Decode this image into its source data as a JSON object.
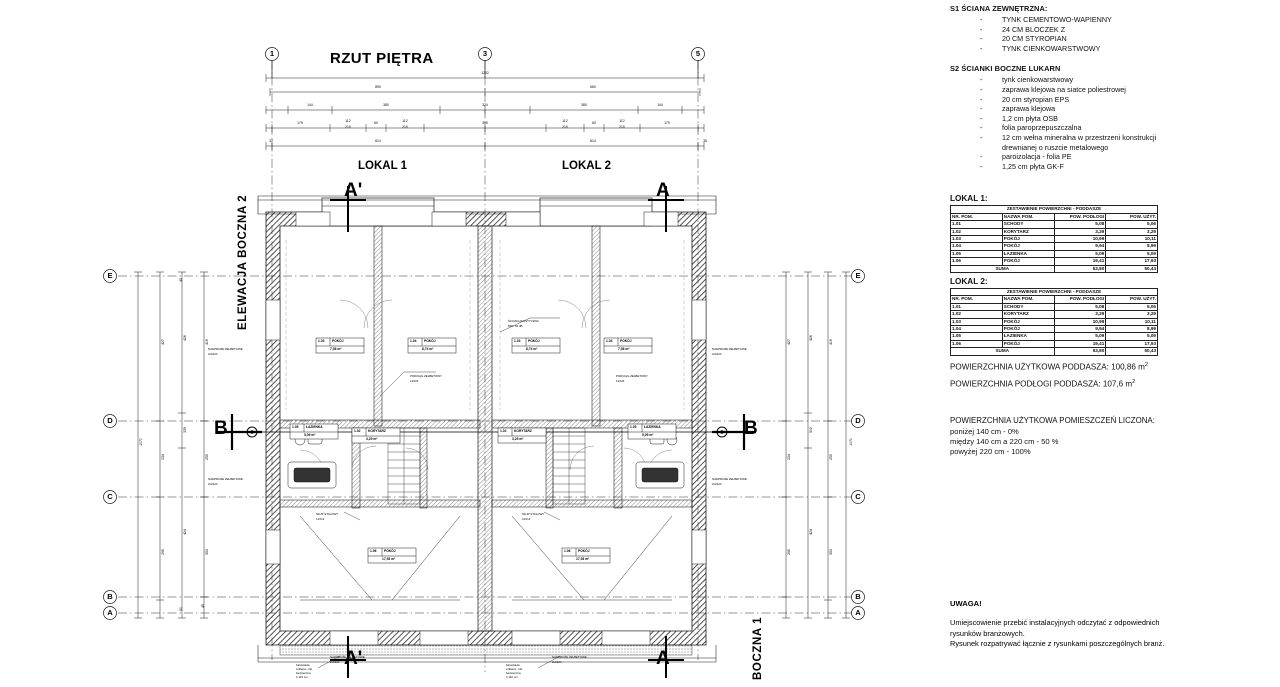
{
  "drawing": {
    "title": "RZUT PIĘTRA",
    "unit_labels": {
      "lokal1": "LOKAL 1",
      "lokal2": "LOKAL 2"
    },
    "elevation_labels": {
      "left": "ELEWACJA BOCZNA 2",
      "right": "BOCZNA 1"
    },
    "section_markers": [
      "A'",
      "A",
      "B",
      "B",
      "A'",
      "A"
    ],
    "grid_bubbles_top": [
      "1",
      "3",
      "5"
    ],
    "grid_bubbles_left": [
      "E",
      "D",
      "C",
      "B",
      "A"
    ],
    "grid_bubbles_right": [
      "E",
      "D",
      "C",
      "B",
      "A"
    ],
    "dimensions_top": {
      "overall": "1202",
      "chain2": [
        "890",
        "660"
      ],
      "chain3": [
        "144",
        "380",
        "324",
        "380",
        "144",
        "80"
      ],
      "chain4": [
        "179",
        "112",
        "210",
        "60",
        "112",
        "210",
        "309",
        "112",
        "210",
        "60",
        "112",
        "210",
        "179"
      ],
      "chain5": [
        "32",
        "814",
        "814",
        "35"
      ]
    },
    "dimensions_left": {
      "overall": "1070",
      "chain_a": [
        "427",
        "234",
        "295"
      ],
      "chain_b": [
        "426",
        "339",
        "424"
      ],
      "chain_c": [
        "419",
        "255",
        "353"
      ],
      "small": [
        "45",
        "60",
        "45"
      ]
    },
    "dimensions_right": {
      "overall": "1070",
      "chain_a": [
        "427",
        "234",
        "295"
      ],
      "chain_b": [
        "426",
        "502",
        "424"
      ],
      "chain_c": [
        "419",
        "255",
        "353"
      ]
    },
    "annotations": {
      "nadproze": "NADPROŻE ŻELBETOWE",
      "nadproze2": "2x0124",
      "podciag": "PODCIĄG ŻELBETOWY",
      "podciag2": "12X24",
      "slup": "SŁUP STALOWY",
      "slup2": "12X12",
      "sciana": "ŚCIANA AKUSTYCZNA",
      "sciana2": "MIN. 52 dB",
      "balustrada": "balustrada",
      "balustrada2": "szklana - lub",
      "balustrada3": "bezpieczna",
      "balustrada4": "h 110 cm"
    },
    "room_labels_lokal1": [
      {
        "nr": "1.03",
        "name": "POKÓJ",
        "area": "7,36 m²"
      },
      {
        "nr": "1.04",
        "name": "POKÓJ",
        "area": "8,74 m²"
      },
      {
        "nr": "1.05",
        "name": "ŁAZIENKA",
        "area": "5,09 m²"
      },
      {
        "nr": "1.02",
        "name": "KORYTARZ",
        "area": "3,29 m²"
      },
      {
        "nr": "1.01",
        "name": "SCHODY",
        "area": "5,08 m²"
      },
      {
        "nr": "1.06",
        "name": "POKÓJ",
        "area": "17,93 m²"
      }
    ],
    "room_labels_lokal2": [
      {
        "nr": "1.03",
        "name": "POKÓJ",
        "area": "8,74 m²"
      },
      {
        "nr": "1.04",
        "name": "POKÓJ",
        "area": "7,36 m²"
      },
      {
        "nr": "1.05",
        "name": "ŁAZIENKA",
        "area": "5,09 m²"
      },
      {
        "nr": "1.02",
        "name": "KORYTARZ",
        "area": "3,29 m²"
      },
      {
        "nr": "1.01",
        "name": "SCHODY",
        "area": "5,08 m²"
      },
      {
        "nr": "1.06",
        "name": "POKÓJ",
        "area": "17,93 m²"
      }
    ]
  },
  "spec": {
    "s1": {
      "heading": "S1 ŚCIANA ZEWNĘTRZNA:",
      "items": [
        "TYNK CEMENTOWO-WAPIENNY",
        "24 CM BLOCZEK Z",
        "20 CM STYROPIAN",
        "TYNK CIENKOWARSTWOWY"
      ]
    },
    "s2": {
      "heading": "S2 ŚCIANKI BOCZNE LUKARN",
      "items": [
        "tynk cienkowarstwowy",
        "zaprawa klejowa na siatce poliestrowej",
        "20 cm styropian EPS",
        "zaprawa klejowa",
        "1,2 cm płyta OSB",
        "folia paroprzepuszczalna",
        "12 cm wełna mineralna w przestrzeni konstrukcji",
        "drewnianej o ruszcie metalowego",
        "paroizolacja - folia PE",
        "1,25 cm płyta GK-F"
      ],
      "continuation_index": 7
    }
  },
  "tables": {
    "lokal1_label": "LOKAL 1:",
    "lokal2_label": "LOKAL 2:",
    "title": "ZESTAWIENIE POWIERZCHNI - PODDASZE",
    "headers": [
      "NR. POM.",
      "NAZWA POM.",
      "POW. PODŁOGI",
      "POW. UŻYT."
    ],
    "lokal1_rows": [
      [
        "1.01",
        "SCHODY",
        "5,08",
        "5,06"
      ],
      [
        "1.02",
        "KORYTARZ",
        "3,29",
        "3,29"
      ],
      [
        "1.03",
        "POKÓJ",
        "10,99",
        "10,11"
      ],
      [
        "1.04",
        "POKÓJ",
        "9,94",
        "8,99"
      ],
      [
        "1.05",
        "ŁAZIENKA",
        "5,09",
        "5,09"
      ],
      [
        "1.06",
        "POKÓJ",
        "19,41",
        "17,93"
      ]
    ],
    "lokal1_sum": [
      "SUMA",
      "53,80",
      "50,43"
    ],
    "lokal2_rows": [
      [
        "1.01",
        "SCHODY",
        "5,08",
        "5,06"
      ],
      [
        "1.02",
        "KORYTARZ",
        "3,29",
        "3,29"
      ],
      [
        "1.03",
        "POKÓJ",
        "10,99",
        "10,11"
      ],
      [
        "1.04",
        "POKÓJ",
        "9,94",
        "8,99"
      ],
      [
        "1.05",
        "ŁAZIENKA",
        "5,09",
        "5,09"
      ],
      [
        "1.06",
        "POKÓJ",
        "19,41",
        "17,93"
      ]
    ],
    "lokal2_sum": [
      "SUMA",
      "53,80",
      "50,43"
    ]
  },
  "summary": {
    "line1_label": "POWIERZCHNIA UŻYTKOWA PODDASZA:",
    "line1_value": "100,86 m",
    "line2_label": "POWIERZCHNIA PODŁOGI PODDASZA:",
    "line2_value": "107,6 m",
    "sup": "2"
  },
  "calc_rules": {
    "title": "POWIERZCHNIA UŻYTKOWA POMIESZCZEŃ LICZONA:",
    "lines": [
      "poniżej 140 cm - 0%",
      "między 140 cm a 220 cm - 50 %",
      "powyżej 220 cm - 100%"
    ]
  },
  "note": {
    "title": "UWAGA!",
    "lines": [
      "Umiejscowienie przebić instalacyjnych odczytać z odpowiednich",
      "rysunków branżowych.",
      "Rysunek rozpatrywać łącznie z rysunkami poszczególnych branż."
    ]
  },
  "colors": {
    "line": "#1a1a1a",
    "hatch": "#555555",
    "background": "#ffffff"
  }
}
